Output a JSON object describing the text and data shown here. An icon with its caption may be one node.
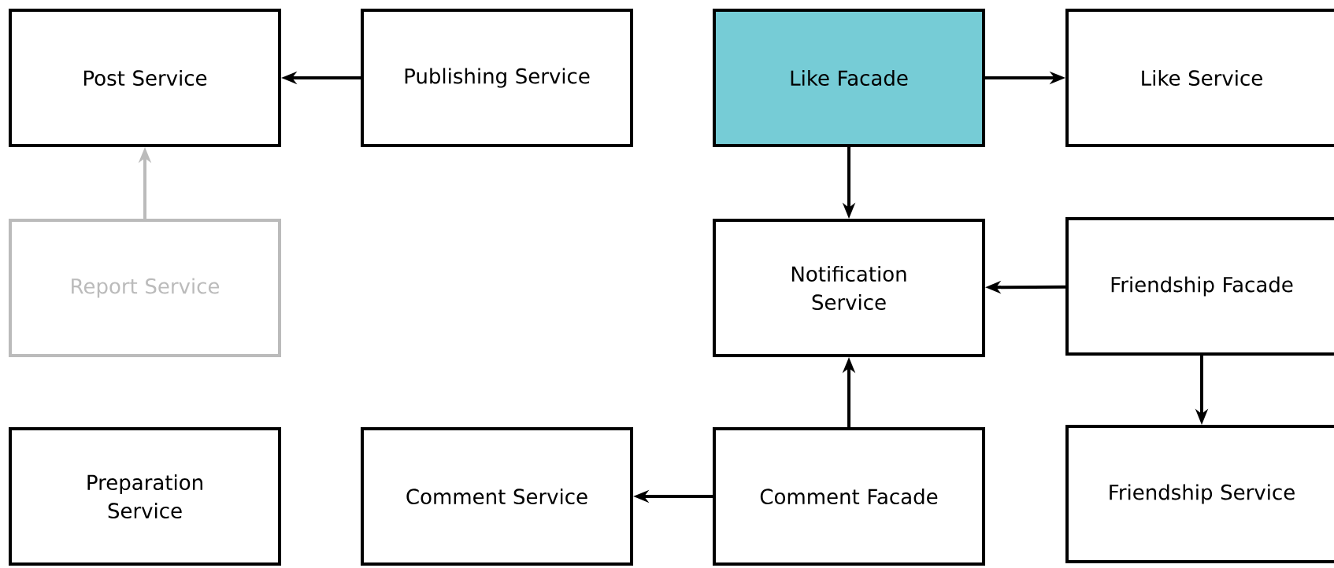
{
  "diagram": {
    "nodes": [
      {
        "text": [
          "Post Service"
        ]
      },
      {
        "text": [
          "Publishing Service"
        ]
      },
      {
        "text": [
          "Like Facade"
        ]
      },
      {
        "text": [
          "Like Service"
        ]
      },
      {
        "text": [
          "Report Service"
        ]
      },
      {
        "text": [
          "Notification Service"
        ]
      },
      {
        "text": [
          "Friendship Facade"
        ]
      },
      {
        "text": [
          "Preparation Service"
        ]
      },
      {
        "text": [
          "Comment Service"
        ]
      },
      {
        "text": [
          "Comment Facade"
        ]
      },
      {
        "text": [
          "Friendship Service"
        ]
      }
    ],
    "edges": [
      {
        "from": 1,
        "to": 0,
        "arrow": "to"
      },
      {
        "from": 4,
        "to": 0,
        "arrow": "to",
        "color": "#bbbbbb"
      },
      {
        "from": 2,
        "to": 3,
        "arrow": "to"
      },
      {
        "from": 2,
        "to": 5,
        "arrow": "to"
      },
      {
        "from": 6,
        "to": 5,
        "arrow": "to"
      },
      {
        "from": 6,
        "to": 10,
        "arrow": "to"
      },
      {
        "from": 9,
        "to": 5,
        "arrow": "to"
      },
      {
        "from": 9,
        "to": 8,
        "arrow": "to"
      }
    ]
  }
}
